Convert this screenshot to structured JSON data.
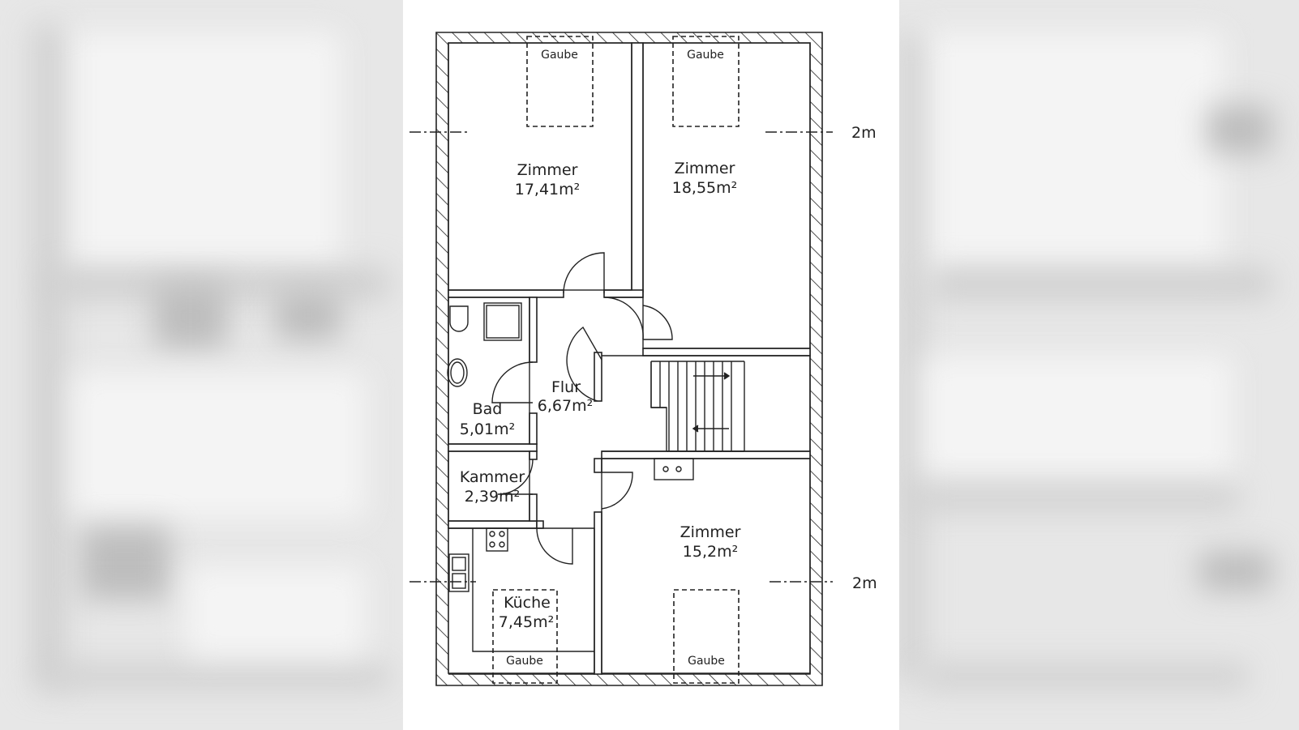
{
  "rooms": {
    "zimmer_top_left": {
      "name": "Zimmer",
      "area": "17,41m²"
    },
    "zimmer_top_right": {
      "name": "Zimmer",
      "area": "18,55m²"
    },
    "flur": {
      "name": "Flur",
      "area": "6,67m²"
    },
    "bad": {
      "name": "Bad",
      "area": "5,01m²"
    },
    "kammer": {
      "name": "Kammer",
      "area": "2,39m²"
    },
    "kueche": {
      "name": "Küche",
      "area": "7,45m²"
    },
    "zimmer_bottom_right": {
      "name": "Zimmer",
      "area": "15,2m²"
    }
  },
  "dormers": {
    "top_left": "Gaube",
    "top_right": "Gaube",
    "bottom_left": "Gaube",
    "bottom_right": "Gaube"
  },
  "height_marks": {
    "upper": "2m",
    "lower": "2m"
  },
  "colors": {
    "line": "#222222",
    "paper": "#ffffff",
    "background": "#e6e6e6"
  }
}
